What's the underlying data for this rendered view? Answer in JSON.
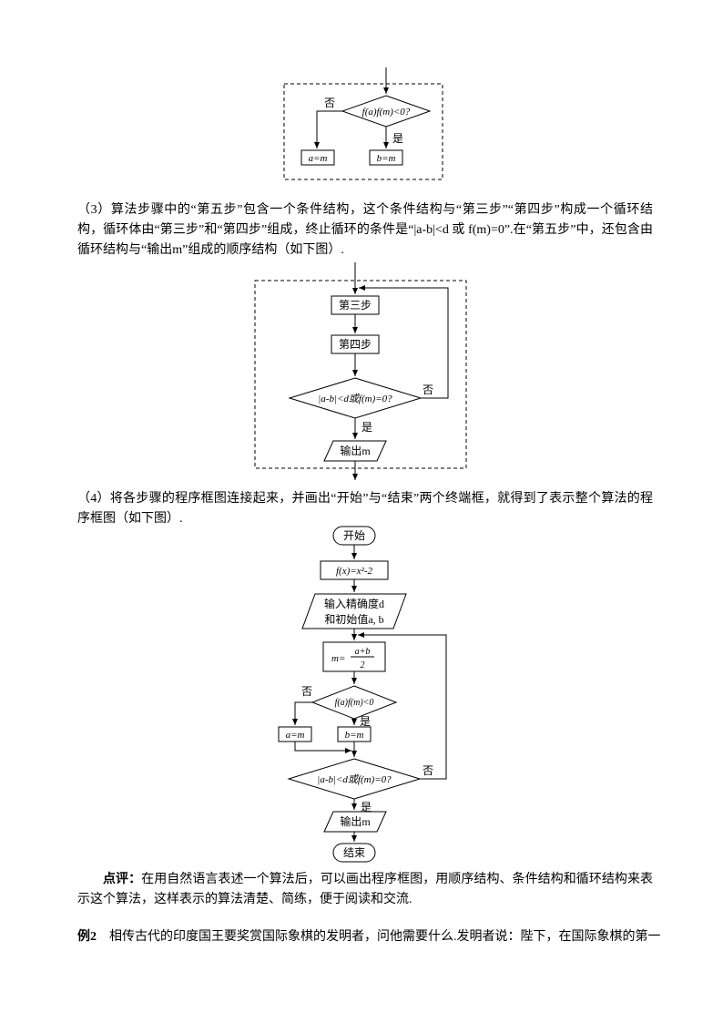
{
  "doc": {
    "p3": "（3）算法步骤中的“第五步”包含一个条件结构，这个条件结构与“第三步”“第四步”构成一个循环结构，循环体由“第三步”和“第四步”组成，终止循环的条件是“|a-b|<d 或 f(m)=0”.在“第五步”中，还包含由循环结构与“输出m”组成的顺序结构（如下图）.",
    "p4": "（4）将各步骤的程序框图连接起来，并画出“开始”与“结束”两个终端框，就得到了表示整个算法的程序框图（如下图）.",
    "comment_label": "点评：",
    "comment_body": "在用自然语言表述一个算法后，可以画出程序框图，用顺序结构、条件结构和循环结构来表示这个算法，这样表示的算法清楚、简练，便于阅读和交流.",
    "example_label": "例2",
    "example_body": "　相传古代的印度国王要奖赏国际象棋的发明者，问他需要什么.发明者说：陛下，在国际象棋的第一"
  },
  "fc1": {
    "decision": "f(a)f(m)<0?",
    "no": "否",
    "yes": "是",
    "a_assign": "a=m",
    "b_assign": "b=m"
  },
  "fc2": {
    "step3": "第三步",
    "step4": "第四步",
    "decision": "|a-b|<d或f(m)=0?",
    "no": "否",
    "yes": "是",
    "output": "输出m"
  },
  "fc3": {
    "start": "开始",
    "fx": "f(x)=x²-2",
    "input1": "输入精确度d",
    "input2": "和初始值a, b",
    "m_prefix": "m=",
    "m_num": "a+b",
    "m_den": "2",
    "decision1": "f(a)f(m)<0",
    "no1": "否",
    "yes1": "是",
    "a_assign": "a=m",
    "b_assign": "b=m",
    "decision2": "|a-b|<d或f(m)=0?",
    "no2": "否",
    "yes2": "是",
    "output": "输出m",
    "end": "结束"
  }
}
